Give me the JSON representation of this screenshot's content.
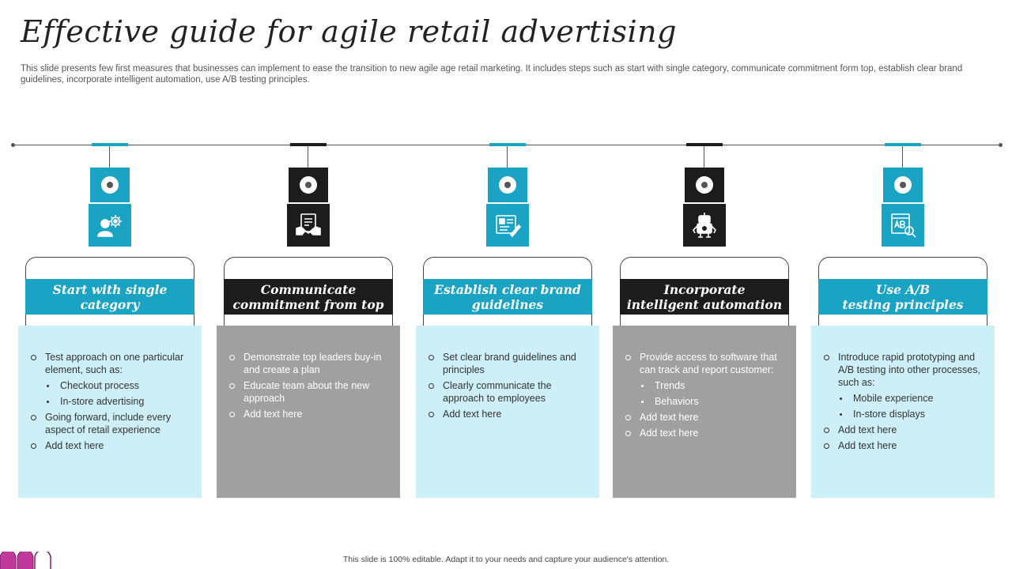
{
  "title": "Effective guide for agile retail advertising",
  "subtitle": "This slide presents few first measures that businesses can implement to ease the transition to new agile age retail marketing. It includes steps such as start with single category, communicate commitment form top, establish clear brand guidelines, incorporate intelligent automation, use A/B testing principles.",
  "footer": "This slide is 100% editable. Adapt it to your needs and capture your audience's attention.",
  "colors": {
    "teal": "#1aa3c3",
    "light_teal": "#cdeff7",
    "dark": "#1c1c1c",
    "gray": "#a0a0a0"
  },
  "steps": [
    {
      "theme": "teal",
      "icon": "user-gear-icon",
      "heading_line1": "Start with single",
      "heading_line2": "category",
      "items": [
        {
          "level": 1,
          "text": "Test approach on one particular element, such as:"
        },
        {
          "level": 2,
          "text": "Checkout process"
        },
        {
          "level": 2,
          "text": "In-store advertising"
        },
        {
          "level": 1,
          "text": "Going forward, include every aspect of retail experience"
        },
        {
          "level": 1,
          "text": "Add text here"
        }
      ]
    },
    {
      "theme": "dark",
      "icon": "contract-handshake-icon",
      "heading_line1": "Communicate",
      "heading_line2": "commitment from top",
      "items": [
        {
          "level": 1,
          "text": "Demonstrate top leaders buy-in and create a plan"
        },
        {
          "level": 1,
          "text": "Educate team about the new approach"
        },
        {
          "level": 1,
          "text": "Add text here"
        }
      ]
    },
    {
      "theme": "teal",
      "icon": "blueprint-guidelines-icon",
      "heading_line1": "Establish clear brand",
      "heading_line2": "guidelines",
      "items": [
        {
          "level": 1,
          "text": "Set clear brand guidelines and principles"
        },
        {
          "level": 1,
          "text": "Clearly communicate the approach to employees"
        },
        {
          "level": 1,
          "text": "Add text here"
        }
      ]
    },
    {
      "theme": "dark",
      "icon": "robot-icon",
      "heading_line1": "Incorporate",
      "heading_line2": "intelligent automation",
      "items": [
        {
          "level": 1,
          "text": "Provide access to software that can track and report customer:"
        },
        {
          "level": 2,
          "text": "Trends"
        },
        {
          "level": 2,
          "text": "Behaviors"
        },
        {
          "level": 1,
          "text": "Add text here"
        },
        {
          "level": 1,
          "text": "Add text here"
        }
      ]
    },
    {
      "theme": "teal",
      "icon": "ab-testing-icon",
      "heading_line1": "Use A/B",
      "heading_line2": "testing principles",
      "items": [
        {
          "level": 1,
          "text": "Introduce rapid prototyping and A/B testing into other processes, such as:"
        },
        {
          "level": 2,
          "text": "Mobile experience"
        },
        {
          "level": 2,
          "text": "In-store displays"
        },
        {
          "level": 1,
          "text": "Add text here"
        },
        {
          "level": 1,
          "text": "Add text here"
        }
      ]
    }
  ]
}
